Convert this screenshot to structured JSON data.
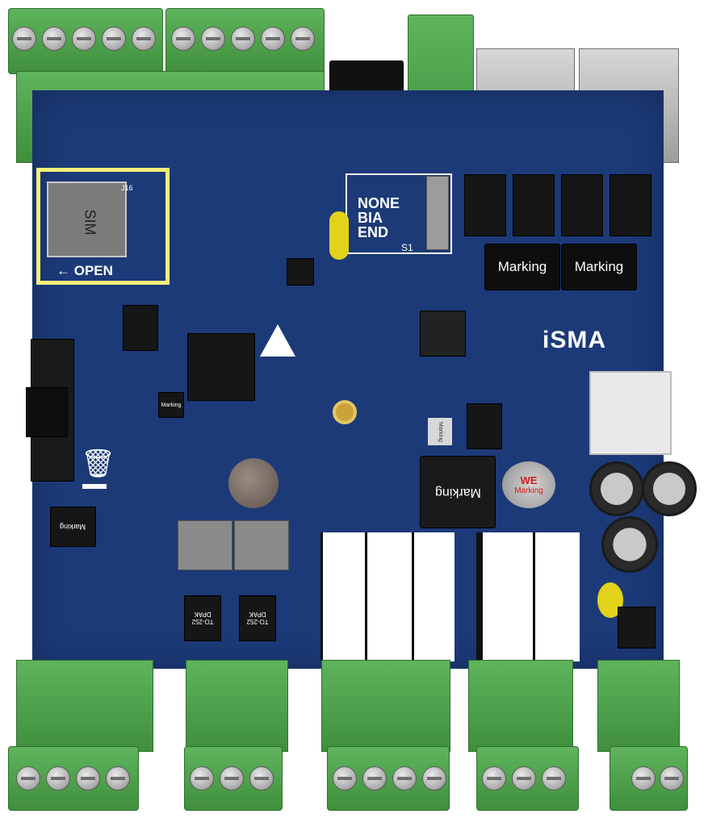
{
  "board": {
    "brand_logo": "iSMA",
    "switch_labels": [
      "NONE",
      "BIA",
      "END"
    ],
    "switch_ref": "S1",
    "sd_slot_label": "← OPEN",
    "sd_card_text": "SIM",
    "sd_ref": "J16",
    "marking_chips": [
      "Marking",
      "Marking"
    ],
    "inductor_marking": "Marking",
    "small_marking_1": "Marking",
    "small_marking_2": "Marking",
    "small_marking_3": "Marking",
    "we_cap_brand": "WE",
    "we_cap_marking": "Marking",
    "dpak_labels": [
      {
        "pkg": "TO-252",
        "name": "DPAK"
      },
      {
        "pkg": "TO-252",
        "name": "DPAK"
      }
    ]
  },
  "colors": {
    "pcb": "#1c3a78",
    "terminal_green": "#4fa04c",
    "highlight": "#f5ef7a",
    "gold": "#c9a23a"
  }
}
